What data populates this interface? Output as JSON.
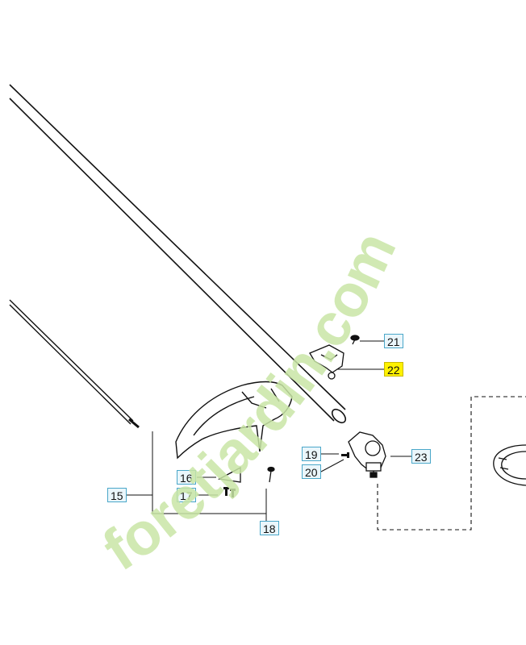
{
  "watermark": {
    "text": "foretjardin.com",
    "color_green": "#c9e6a6",
    "color_grey": "#d9d3c8"
  },
  "labels": {
    "p15": "15",
    "p16": "16",
    "p17": "17",
    "p18": "18",
    "p19": "19",
    "p20": "20",
    "p21": "21",
    "p22": "22",
    "p23": "23"
  },
  "highlight_color": "#fff200"
}
